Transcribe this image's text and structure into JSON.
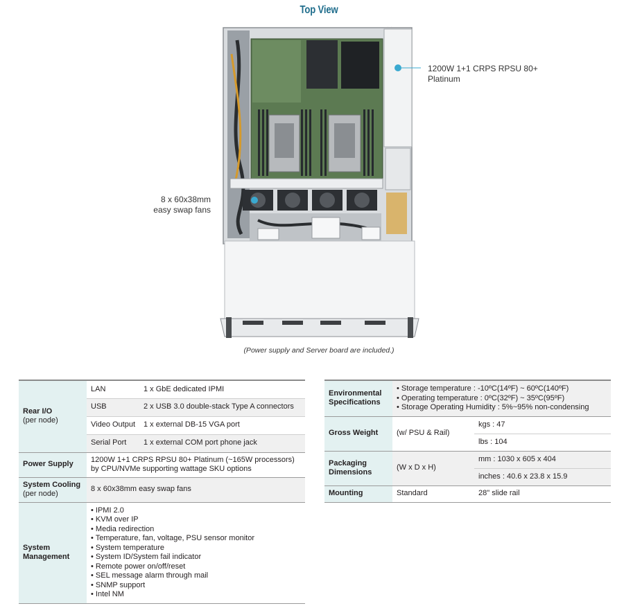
{
  "title": "Top View",
  "caption": "(Power supply and Server board are included.)",
  "callouts": {
    "psu": "1200W 1+1 CRPS RPSU 80+ Platinum",
    "fans_line1": "8 x 60x38mm",
    "fans_line2": "easy swap fans"
  },
  "colors": {
    "title": "#1f6d8c",
    "header_bg": "#e3f1f1",
    "marker": "#3aa9d0"
  },
  "left_table": {
    "rear_io": {
      "label": "Rear I/O",
      "sublabel": "(per node)",
      "rows": [
        {
          "name": "LAN",
          "value": "1 x GbE dedicated IPMI"
        },
        {
          "name": "USB",
          "value": "2 x USB 3.0 double-stack Type A connectors"
        },
        {
          "name": "Video Output",
          "value": "1 x external DB-15 VGA port"
        },
        {
          "name": "Serial Port",
          "value": "1 x external COM port phone jack"
        }
      ]
    },
    "power_supply": {
      "label": "Power Supply",
      "line1": "1200W 1+1 CRPS RPSU 80+ Platinum (~165W processors)",
      "line2": "by CPU/NVMe supporting wattage SKU options"
    },
    "system_cooling": {
      "label": "System Cooling",
      "sublabel": "(per node)",
      "value": "8 x 60x38mm easy swap fans"
    },
    "system_management": {
      "label_line1": "System",
      "label_line2": "Management",
      "items": [
        "• IPMI 2.0",
        "• KVM over IP",
        "• Media redirection",
        "• Temperature, fan, voltage, PSU sensor monitor",
        "• System temperature",
        "• System ID/System fail indicator",
        "• Remote power on/off/reset",
        "• SEL message alarm through mail",
        "• SNMP support",
        "• Intel NM"
      ]
    }
  },
  "right_table": {
    "environmental": {
      "label_line1": "Environmental",
      "label_line2": "Specifications",
      "items": [
        "• Storage temperature : -10ºC(14ºF) ~ 60ºC(140ºF)",
        "• Operating temperature : 0ºC(32ºF) ~ 35ºC(95ºF)",
        "• Storage Operating Humidity : 5%~95% non-condensing"
      ]
    },
    "gross_weight": {
      "label": "Gross Weight",
      "condition": "(w/ PSU & Rail)",
      "kgs": "kgs : 47",
      "lbs": "lbs : 104"
    },
    "packaging": {
      "label_line1": "Packaging",
      "label_line2": "Dimensions",
      "condition": "(W x D x H)",
      "mm": "mm : 1030 x 605 x 404",
      "inches": "inches : 40.6 x 23.8 x 15.9"
    },
    "mounting": {
      "label": "Mounting",
      "condition": "Standard",
      "value": "28\" slide rail"
    }
  }
}
